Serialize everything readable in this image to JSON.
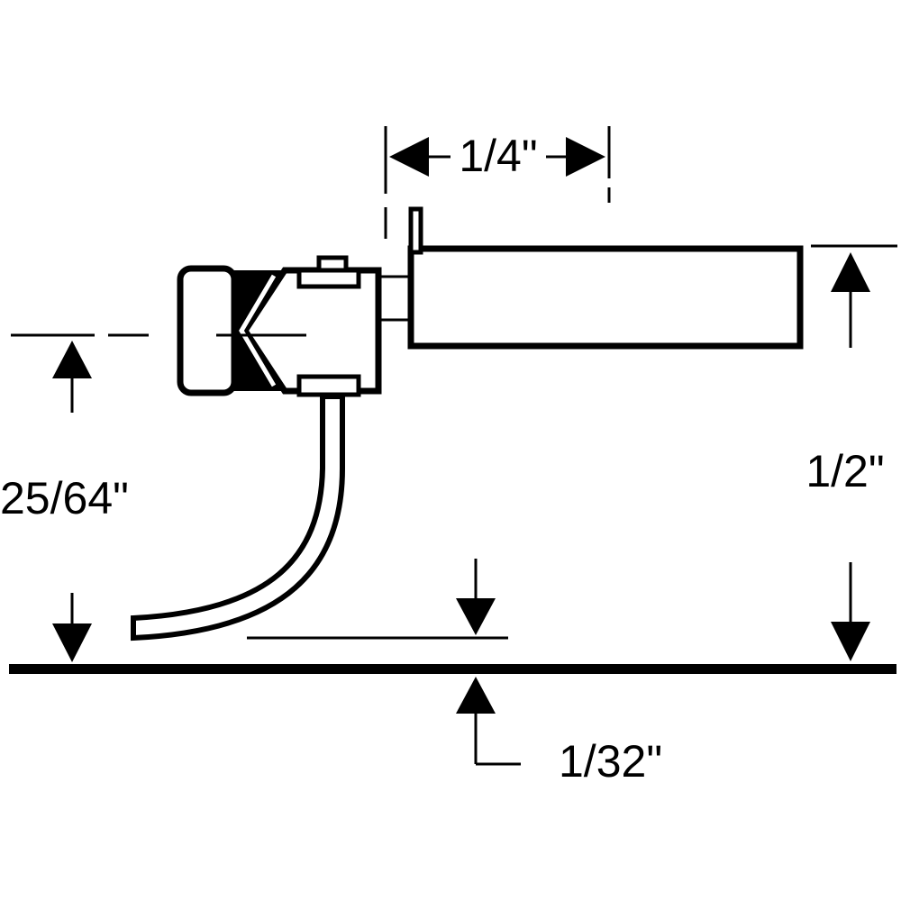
{
  "dimensions": {
    "horizontal_top": "1/4\"",
    "height_right": "1/2\"",
    "height_left": "25/64\"",
    "clearance_bottom": "1/32\""
  },
  "colors": {
    "line": "#000000",
    "background": "#ffffff"
  }
}
